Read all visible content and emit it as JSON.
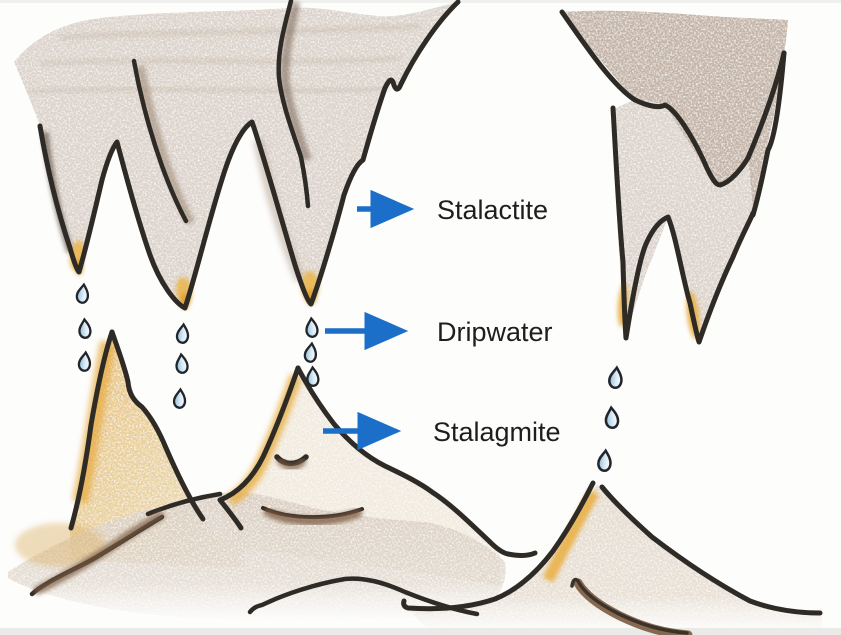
{
  "diagram": {
    "title": "Hand-drawn cave formation diagram",
    "labels": [
      {
        "id": "stalactite",
        "text": "Stalactite"
      },
      {
        "id": "dripwater",
        "text": "Dripwater"
      },
      {
        "id": "stalagmite",
        "text": "Stalagmite"
      }
    ],
    "drop_columns": 4,
    "drops_total": 12
  },
  "icons": {
    "arrow": "right-arrow-icon",
    "drop": "water-drop-icon"
  },
  "colors": {
    "paper": "#fdfdfc",
    "outline": "#2e2b27",
    "ceiling_light": "#dbd2ca",
    "ceiling_dark": "#c2b1a3",
    "tip_yellow": "#eab449",
    "stalagmite_yellow": "#e7ad3f",
    "floor_tan": "#d8ccbf",
    "crease_brown": "#7b5a3f",
    "drop_blue": "#8fc0de",
    "arrow_blue": "#1b6fc8",
    "text": "#1e1e1e"
  }
}
